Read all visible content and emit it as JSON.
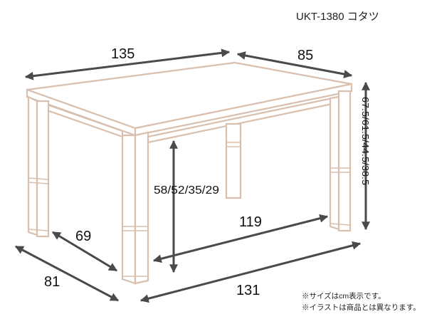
{
  "header": {
    "model": "UKT-1380 コタツ"
  },
  "dimensions": {
    "top_width": "135",
    "top_depth": "85",
    "height_options": "67.5/61.5/44.5/38.5",
    "leg_height_options": "58/52/35/29",
    "leg_span_width": "119",
    "leg_span_depth": "69",
    "footprint_width": "131",
    "footprint_depth": "81"
  },
  "notes": {
    "unit_note": "※サイズはcm表示です。",
    "illustration_note": "※イラストは商品とは異なります。"
  },
  "colors": {
    "table_outline": "#d8bfae",
    "dimension_arrow": "#4a4a4a"
  }
}
